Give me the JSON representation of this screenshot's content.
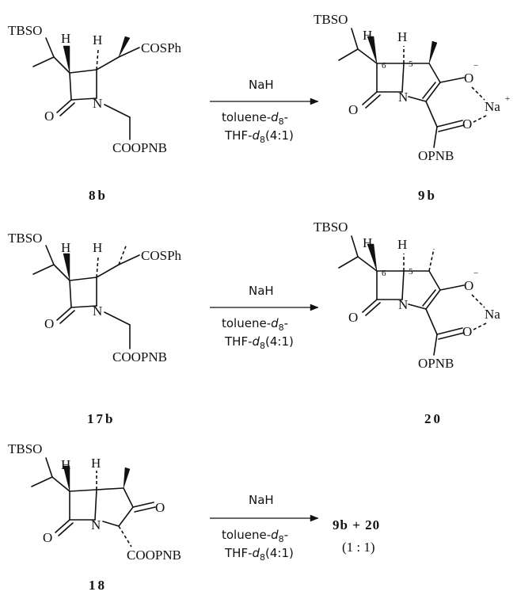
{
  "reagent": "NaH",
  "solvent_line1": "toluene-",
  "solvent_d8": "d",
  "solvent_d8_sub": "8",
  "solvent_dash": "-",
  "solvent_line2": "THF-",
  "solvent_ratio": "(4:1)",
  "groups": {
    "tbso": "TBSO",
    "h": "H",
    "cosph": "COSPh",
    "coopnb": "COOPNB",
    "opnb": "OPNB",
    "o": "O",
    "n": "N",
    "na": "Na",
    "plus": "+",
    "minus": "−",
    "six": "6",
    "five": "5"
  },
  "compounds": {
    "c8b": "8b",
    "c9b": "9b",
    "c17b": "17b",
    "c20": "20",
    "c18": "18"
  },
  "product_row3": "9b + 20",
  "ratio_row3": "(1 : 1)"
}
